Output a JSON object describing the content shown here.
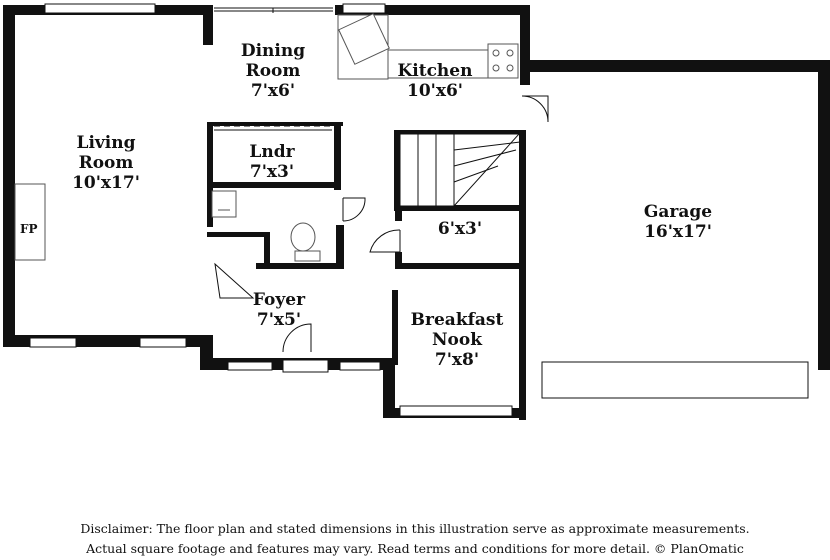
{
  "rooms": {
    "living": {
      "name1": "Living",
      "name2": "Room",
      "dim": "10'x17'"
    },
    "dining": {
      "name1": "Dining",
      "name2": "Room",
      "dim": "7'x6'"
    },
    "kitchen": {
      "name": "Kitchen",
      "dim": "10'x6'"
    },
    "laundry": {
      "name": "Lndr",
      "dim": "7'x3'"
    },
    "closet": {
      "dim": "6'x3'"
    },
    "foyer": {
      "name": "Foyer",
      "dim": "7'x5'"
    },
    "breakfast": {
      "name1": "Breakfast",
      "name2": "Nook",
      "dim": "7'x8'"
    },
    "garage": {
      "name": "Garage",
      "dim": "16'x17'"
    },
    "fireplace": {
      "label": "FP"
    }
  },
  "disclaimer": {
    "line1": "Disclaimer: The floor plan and stated dimensions in this illustration serve as approximate measurements.",
    "line2": "Actual square footage and features may vary. Read terms and conditions for more detail. © PlanOmatic"
  },
  "colors": {
    "wall": "#111111",
    "fixture": "#555555",
    "background": "#ffffff"
  }
}
